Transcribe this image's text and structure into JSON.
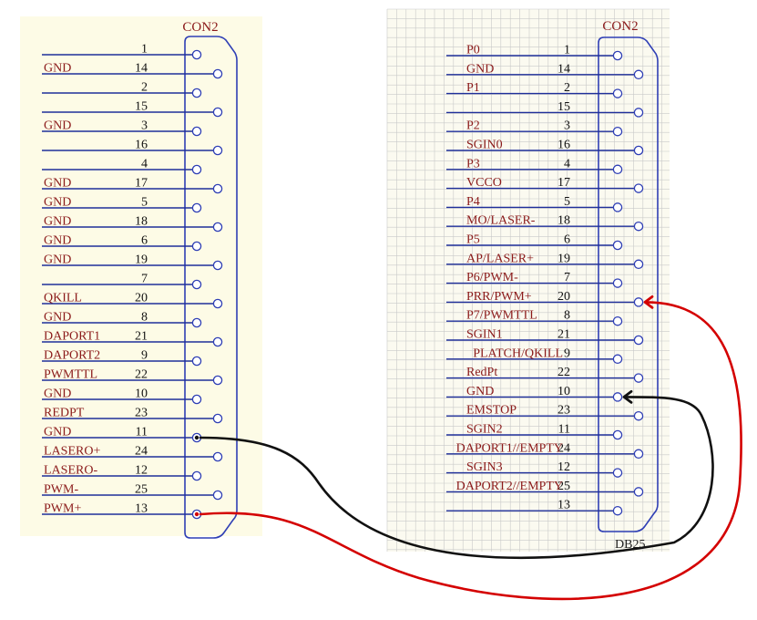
{
  "connector_left": {
    "title": "CON2",
    "pins": [
      {
        "num": "1",
        "label": ""
      },
      {
        "num": "14",
        "label": "GND"
      },
      {
        "num": "2",
        "label": ""
      },
      {
        "num": "15",
        "label": ""
      },
      {
        "num": "3",
        "label": "GND"
      },
      {
        "num": "16",
        "label": ""
      },
      {
        "num": "4",
        "label": ""
      },
      {
        "num": "17",
        "label": "GND"
      },
      {
        "num": "5",
        "label": "GND"
      },
      {
        "num": "18",
        "label": "GND"
      },
      {
        "num": "6",
        "label": "GND"
      },
      {
        "num": "19",
        "label": "GND"
      },
      {
        "num": "7",
        "label": ""
      },
      {
        "num": "20",
        "label": "QKILL"
      },
      {
        "num": "8",
        "label": "GND"
      },
      {
        "num": "21",
        "label": "DAPORT1"
      },
      {
        "num": "9",
        "label": "DAPORT2"
      },
      {
        "num": "22",
        "label": "PWMTTL"
      },
      {
        "num": "10",
        "label": "GND"
      },
      {
        "num": "23",
        "label": "REDPT"
      },
      {
        "num": "11",
        "label": "GND"
      },
      {
        "num": "24",
        "label": "LASERO+"
      },
      {
        "num": "12",
        "label": "LASERO-"
      },
      {
        "num": "25",
        "label": "PWM-"
      },
      {
        "num": "13",
        "label": "PWM+"
      }
    ]
  },
  "connector_right": {
    "title": "CON2",
    "footer": "DB25",
    "pins": [
      {
        "num": "1",
        "label": "P0"
      },
      {
        "num": "14",
        "label": "GND"
      },
      {
        "num": "2",
        "label": "P1"
      },
      {
        "num": "15",
        "label": ""
      },
      {
        "num": "3",
        "label": "P2"
      },
      {
        "num": "16",
        "label": "SGIN0"
      },
      {
        "num": "4",
        "label": "P3"
      },
      {
        "num": "17",
        "label": "VCCO"
      },
      {
        "num": "5",
        "label": "P4"
      },
      {
        "num": "18",
        "label": "MO/LASER-"
      },
      {
        "num": "6",
        "label": "P5"
      },
      {
        "num": "19",
        "label": "AP/LASER+"
      },
      {
        "num": "7",
        "label": "P6/PWM-"
      },
      {
        "num": "20",
        "label": "PRR/PWM+"
      },
      {
        "num": "8",
        "label": "P7/PWMTTL"
      },
      {
        "num": "21",
        "label": "SGIN1"
      },
      {
        "num": "9",
        "label": "PLATCH/QKILL"
      },
      {
        "num": "22",
        "label": "RedPt"
      },
      {
        "num": "10",
        "label": "GND"
      },
      {
        "num": "23",
        "label": "EMSTOP"
      },
      {
        "num": "11",
        "label": "SGIN2"
      },
      {
        "num": "24",
        "label": "DAPORT1//EMPTY"
      },
      {
        "num": "12",
        "label": "SGIN3"
      },
      {
        "num": "25",
        "label": "DAPORT2//EMPTY"
      },
      {
        "num": "13",
        "label": ""
      }
    ]
  },
  "connections": [
    {
      "color": "#d40000",
      "from_connector": "left",
      "from_pin": "13",
      "to_connector": "right",
      "to_pin": "20"
    },
    {
      "color": "#111111",
      "from_connector": "left",
      "from_pin": "11",
      "to_connector": "right",
      "to_pin": "10"
    }
  ],
  "colors": {
    "left_background": "#fdfbe6",
    "grid_background": "#fbfaf0",
    "grid_line": "#c9c9c9",
    "wire": "#1f2f9a",
    "label_text": "#8b1a1a",
    "title_text": "#8b1a1a",
    "body_outline": "#2f3fb5"
  }
}
